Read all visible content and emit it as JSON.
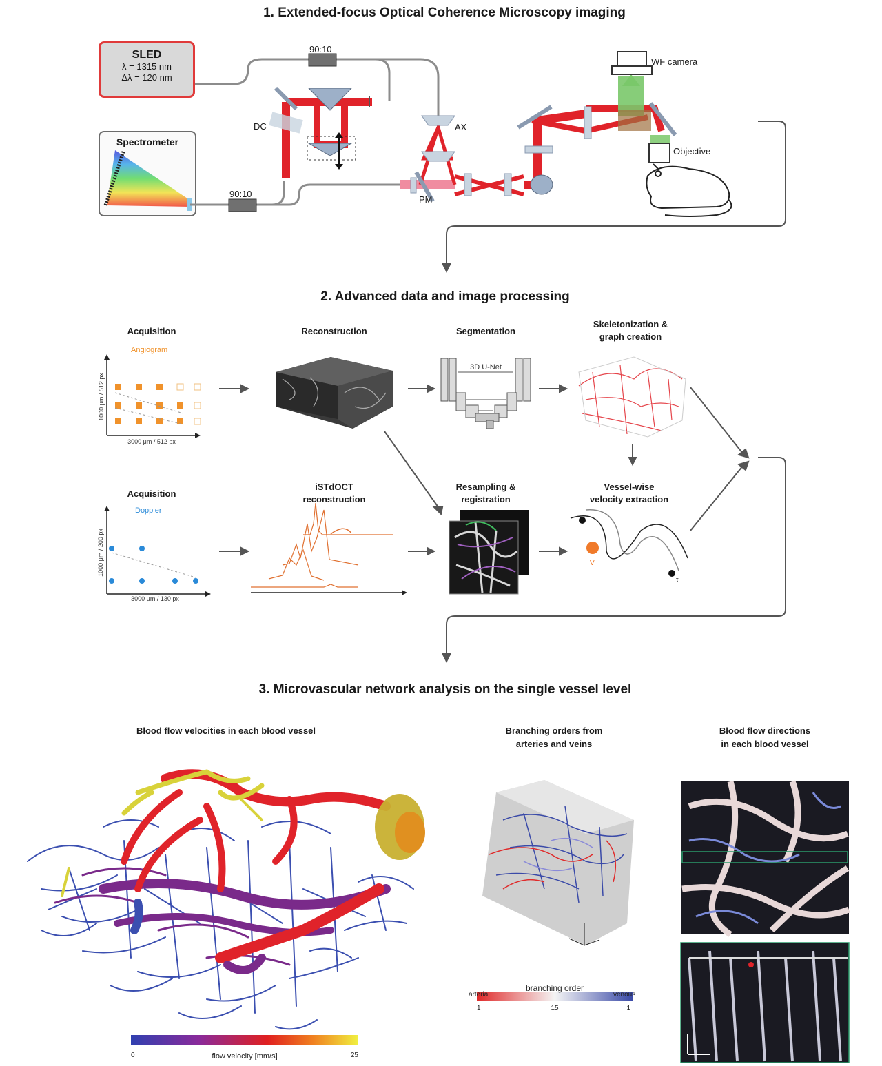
{
  "sections": {
    "s1_title": "1. Extended-focus Optical Coherence Microscopy imaging",
    "s2_title": "2. Advanced data and image processing",
    "s3_title": "3. Microvascular network analysis on the single vessel level"
  },
  "setup": {
    "sled_title": "SLED",
    "sled_line1": "λ = 1315 nm",
    "sled_line2": "Δλ = 120 nm",
    "spectrometer": "Spectrometer",
    "coupler_top": "90:10",
    "coupler_bottom": "90:10",
    "dc": "DC",
    "ax": "AX",
    "pm": "PM",
    "wf_camera": "WF camera",
    "objective": "Objective"
  },
  "processing": {
    "acq1": "Acquisition",
    "angiogram": "Angiogram",
    "acq1_ylabel": "1000 μm / 512 px",
    "acq1_xlabel": "3000 μm / 512 px",
    "reconstruction": "Reconstruction",
    "segmentation": "Segmentation",
    "unet": "3D U-Net",
    "skel_line1": "Skeletonization &",
    "skel_line2": "graph creation",
    "acq2": "Acquisition",
    "doppler": "Doppler",
    "acq2_ylabel": "1000 μm / 200 px",
    "acq2_xlabel": "3000 μm / 130 px",
    "istd_line1": "iSTdOCT",
    "istd_line2": "reconstruction",
    "resample_line1": "Resampling &",
    "resample_line2": "registration",
    "vel_line1": "Vessel-wise",
    "vel_line2": "velocity extraction",
    "vessel_label": "V",
    "tau_label": "τ"
  },
  "analysis": {
    "velocity_title": "Blood flow velocities in each blood vessel",
    "branch_title_1": "Branching orders from",
    "branch_title_2": "arteries and veins",
    "direction_title_1": "Blood flow directions",
    "direction_title_2": "in each blood vessel",
    "velocity_bar": {
      "label": "flow velocity [mm/s]",
      "min": "0",
      "max": "25"
    },
    "branch_bar": {
      "label": "branching order",
      "left": "arterial",
      "right": "venous",
      "ticks": [
        "1",
        "15",
        "1"
      ]
    }
  },
  "colors": {
    "laser_red": "#e0232a",
    "sled_border": "#e03a3a",
    "fiber_gray": "#8c8c8c",
    "orange": "#f0922b",
    "doppler_blue": "#2a8ad8",
    "vessel_blue": "#3b4fb0",
    "vessel_purple": "#7a2a8a",
    "vessel_yellow": "#d8d23a"
  }
}
